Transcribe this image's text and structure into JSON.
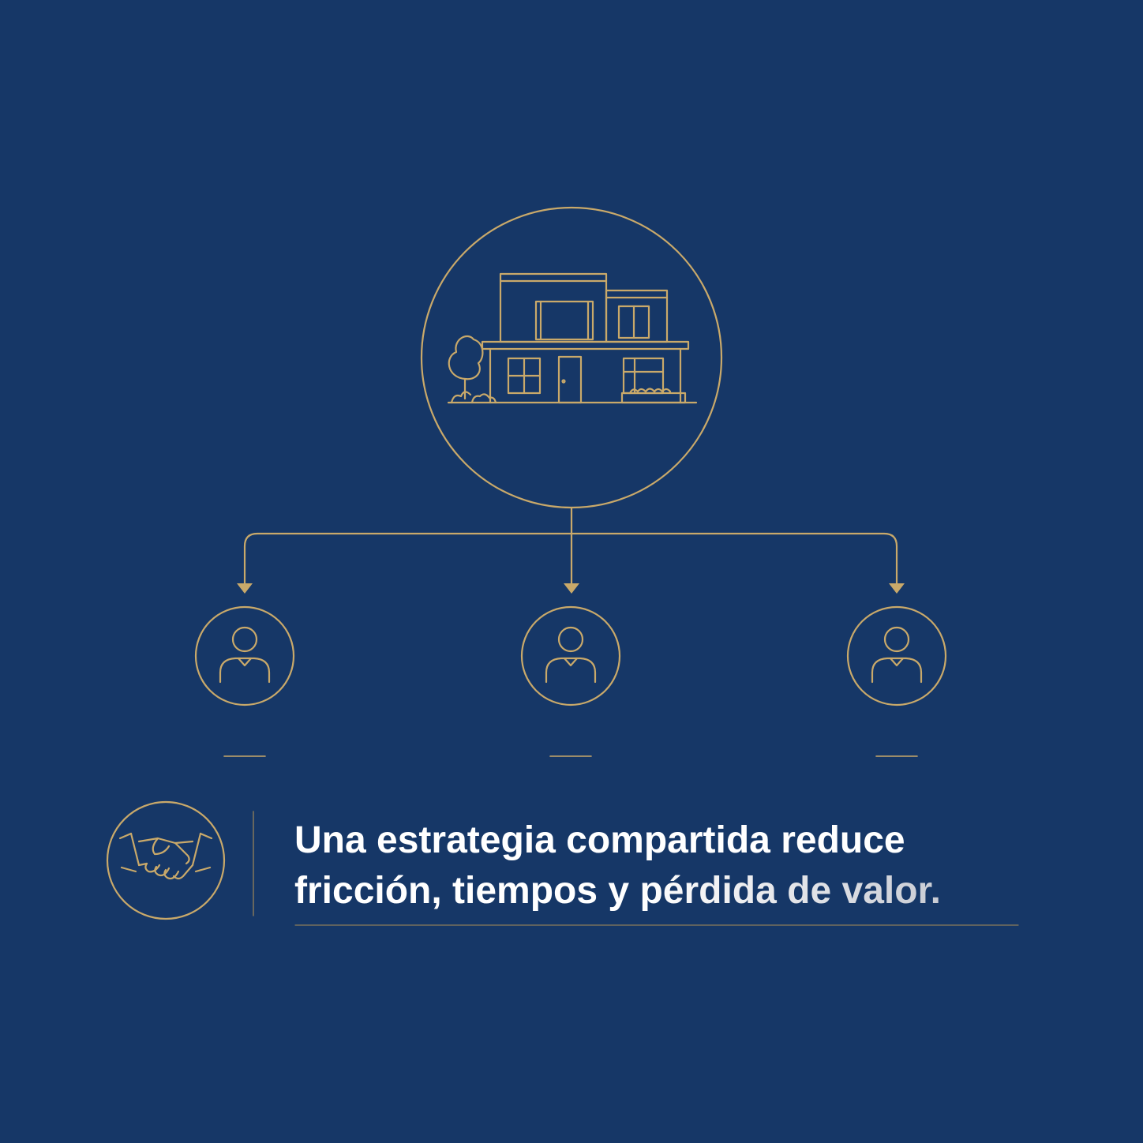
{
  "caption": {
    "line1": "Una estrategia compartida reduce",
    "line2_plain": "fricción, tiempos y ",
    "line2_highlight": "pérdida de valor."
  },
  "colors": {
    "background": "#163767",
    "gold": "#C9A96A",
    "text": "#FFFFFF"
  },
  "icons": {
    "top": "house-icon",
    "stakeholders": [
      "person-icon",
      "person-icon",
      "person-icon"
    ],
    "caption": "handshake-icon"
  }
}
